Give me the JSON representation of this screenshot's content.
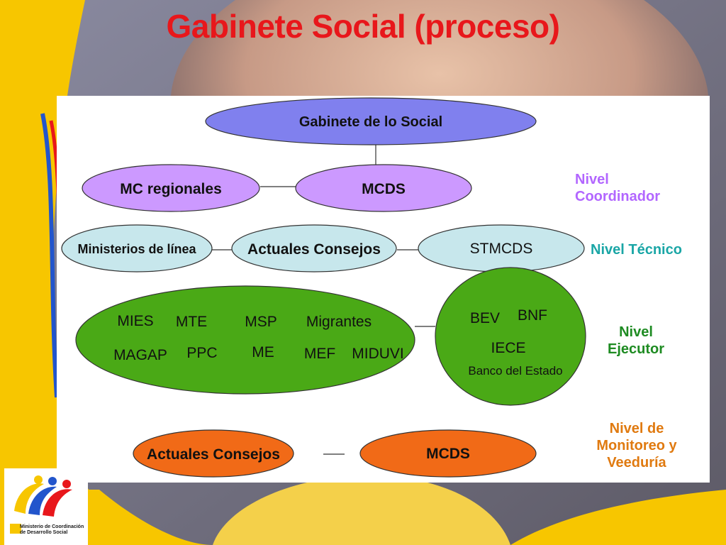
{
  "title": "Gabinete Social (proceso)",
  "colors": {
    "title": "#e8171b",
    "blue_oval": "#8080ee",
    "purple_oval": "#cc99ff",
    "teal_oval": "#c7e7ec",
    "green_oval": "#4aa916",
    "orange_oval": "#f16a17",
    "label_purple": "#b266ff",
    "label_teal": "#1aa6a6",
    "label_green": "#1e8b22",
    "label_orange": "#e07a10",
    "yellow": "#f7c600"
  },
  "nodes": {
    "gabinete": "Gabinete de lo Social",
    "mc_regionales": "MC regionales",
    "mcds": "MCDS",
    "ministerios": "Ministerios de línea",
    "actuales_consejos": "Actuales Consejos",
    "stmcds": "STMCDS",
    "ejecutor_group": {
      "mies": "MIES",
      "mte": "MTE",
      "msp": "MSP",
      "migrantes": "Migrantes",
      "magap": "MAGAP",
      "ppc": "PPC",
      "me": "ME",
      "mef": "MEF",
      "miduvi": "MIDUVI"
    },
    "bank_group": {
      "bev": "BEV",
      "bnf": "BNF",
      "iece": "IECE",
      "banco": "Banco del Estado"
    },
    "monitoreo_consejos": "Actuales Consejos",
    "monitoreo_mcds": "MCDS"
  },
  "levels": {
    "coordinador": [
      "Nivel",
      "Coordinador"
    ],
    "tecnico": "Nivel Técnico",
    "ejecutor": [
      "Nivel",
      "Ejecutor"
    ],
    "monitoreo": [
      "Nivel de",
      "Monitoreo y",
      "Veeduría"
    ]
  },
  "footer": {
    "ministry": [
      "Ministerio de Coordinación",
      "de Desarrollo Social"
    ]
  }
}
